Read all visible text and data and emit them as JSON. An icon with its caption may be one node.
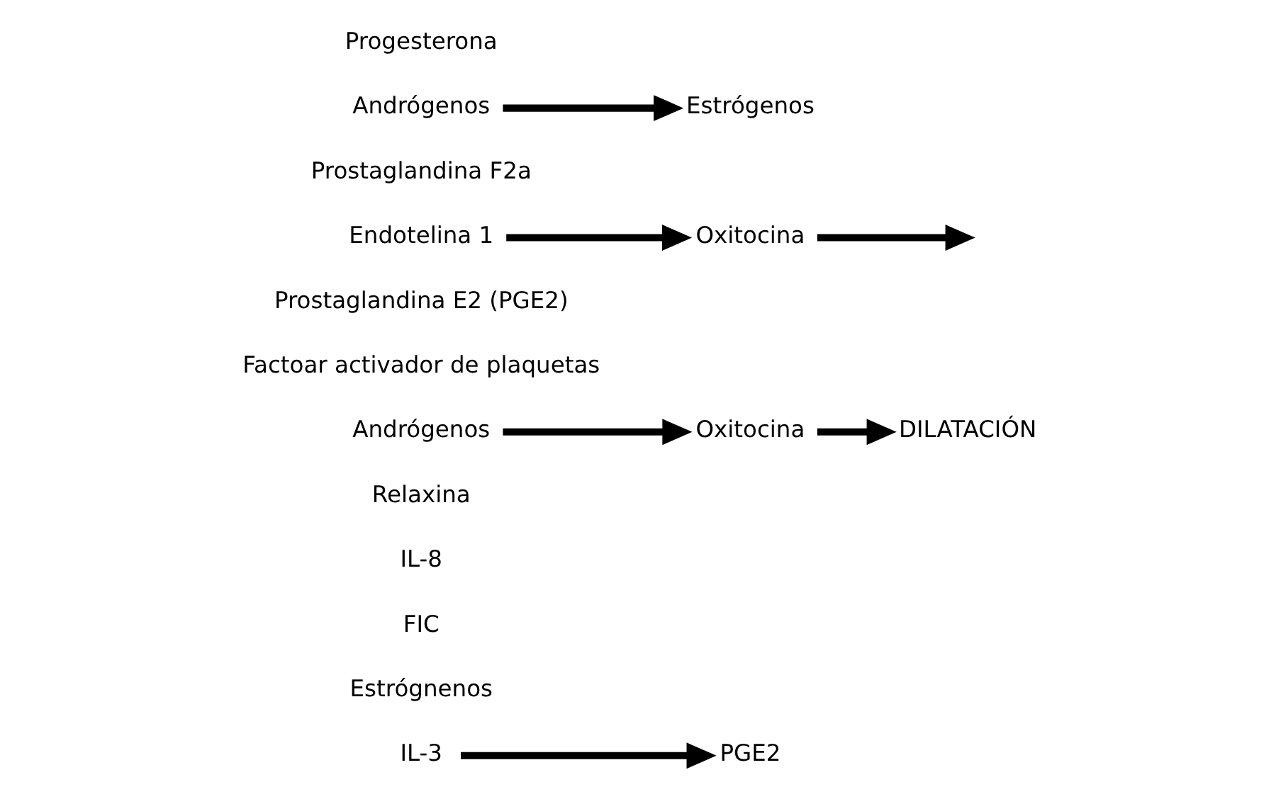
{
  "diagram": {
    "nodes": [
      {
        "text": [
          "Progesterona"
        ]
      },
      {
        "text": [
          "Andrógenos"
        ]
      },
      {
        "text": [
          "Estrógenos"
        ]
      },
      {
        "text": [
          "Prostaglandina F2a"
        ]
      },
      {
        "text": [
          "Endotelina 1"
        ]
      },
      {
        "text": [
          "Oxitocina"
        ]
      },
      {
        "text": [
          "Prostaglandina E2 (PGE2)"
        ]
      },
      {
        "text": [
          "Factoar activador de plaquetas"
        ]
      },
      {
        "text": [
          "Andrógenos"
        ]
      },
      {
        "text": [
          "Oxitocina"
        ]
      },
      {
        "text": [
          "Relaxina"
        ]
      },
      {
        "text": [
          "IL-8"
        ]
      },
      {
        "text": [
          "FIC"
        ]
      },
      {
        "text": [
          "Estrógnenos"
        ]
      },
      {
        "text": [
          "IL-3"
        ]
      },
      {
        "text": [
          "PGE2"
        ]
      },
      {
        "text": [
          "DILATACIÓN"
        ]
      }
    ],
    "edges": [
      {
        "from": 1,
        "to": 2,
        "arrow": "to"
      },
      {
        "from": 4,
        "to": 5,
        "arrow": "to"
      },
      {
        "from": 5,
        "to": null,
        "arrow": "to"
      },
      {
        "from": 8,
        "to": 9,
        "arrow": "to"
      },
      {
        "from": 9,
        "to": 16,
        "arrow": "to"
      },
      {
        "from": 14,
        "to": 15,
        "arrow": "to"
      }
    ]
  }
}
